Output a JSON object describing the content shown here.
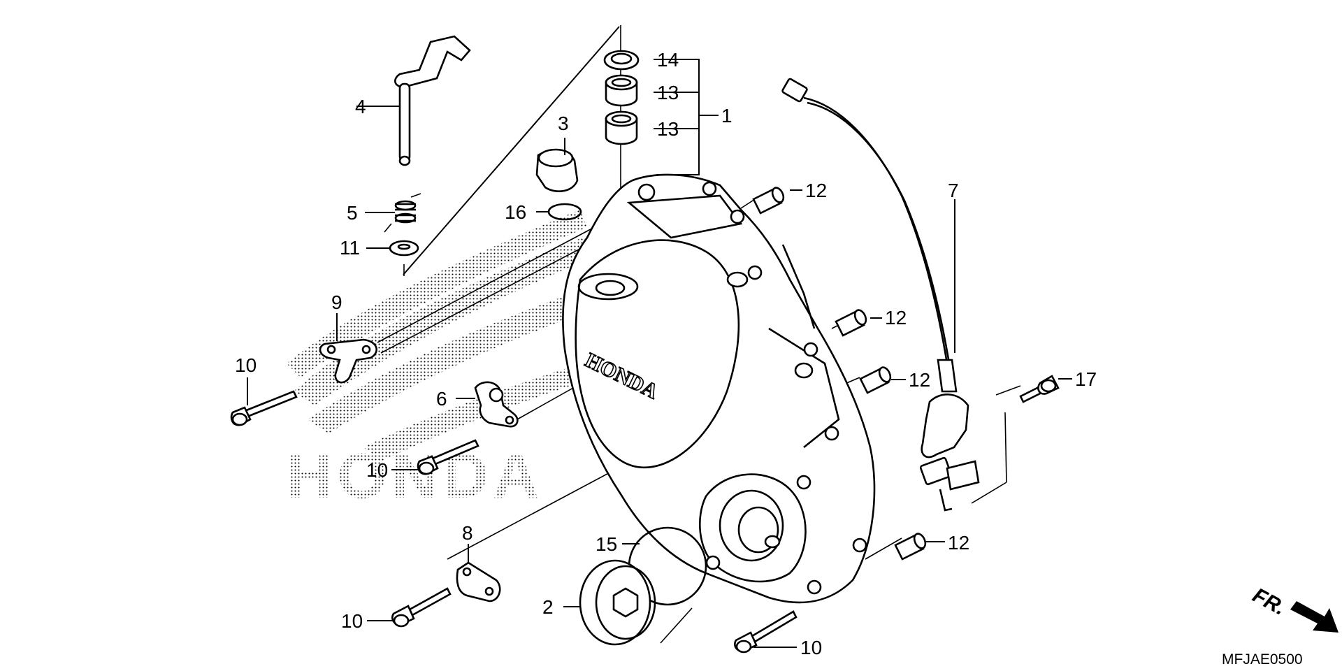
{
  "diagram_code": "MFJAE0500",
  "direction_label": "FR.",
  "cover_logo_text": "HONDA",
  "watermark_text": "HONDA",
  "callouts": {
    "c1": "1",
    "c2": "2",
    "c3": "3",
    "c4": "4",
    "c5": "5",
    "c6": "6",
    "c7": "7",
    "c8": "8",
    "c9": "9",
    "c10a": "10",
    "c10b": "10",
    "c10c": "10",
    "c10d": "10",
    "c11": "11",
    "c12a": "12",
    "c12b": "12",
    "c12c": "12",
    "c12d": "12",
    "c13a": "13",
    "c13b": "13",
    "c14": "14",
    "c15": "15",
    "c16": "16",
    "c17": "17"
  }
}
